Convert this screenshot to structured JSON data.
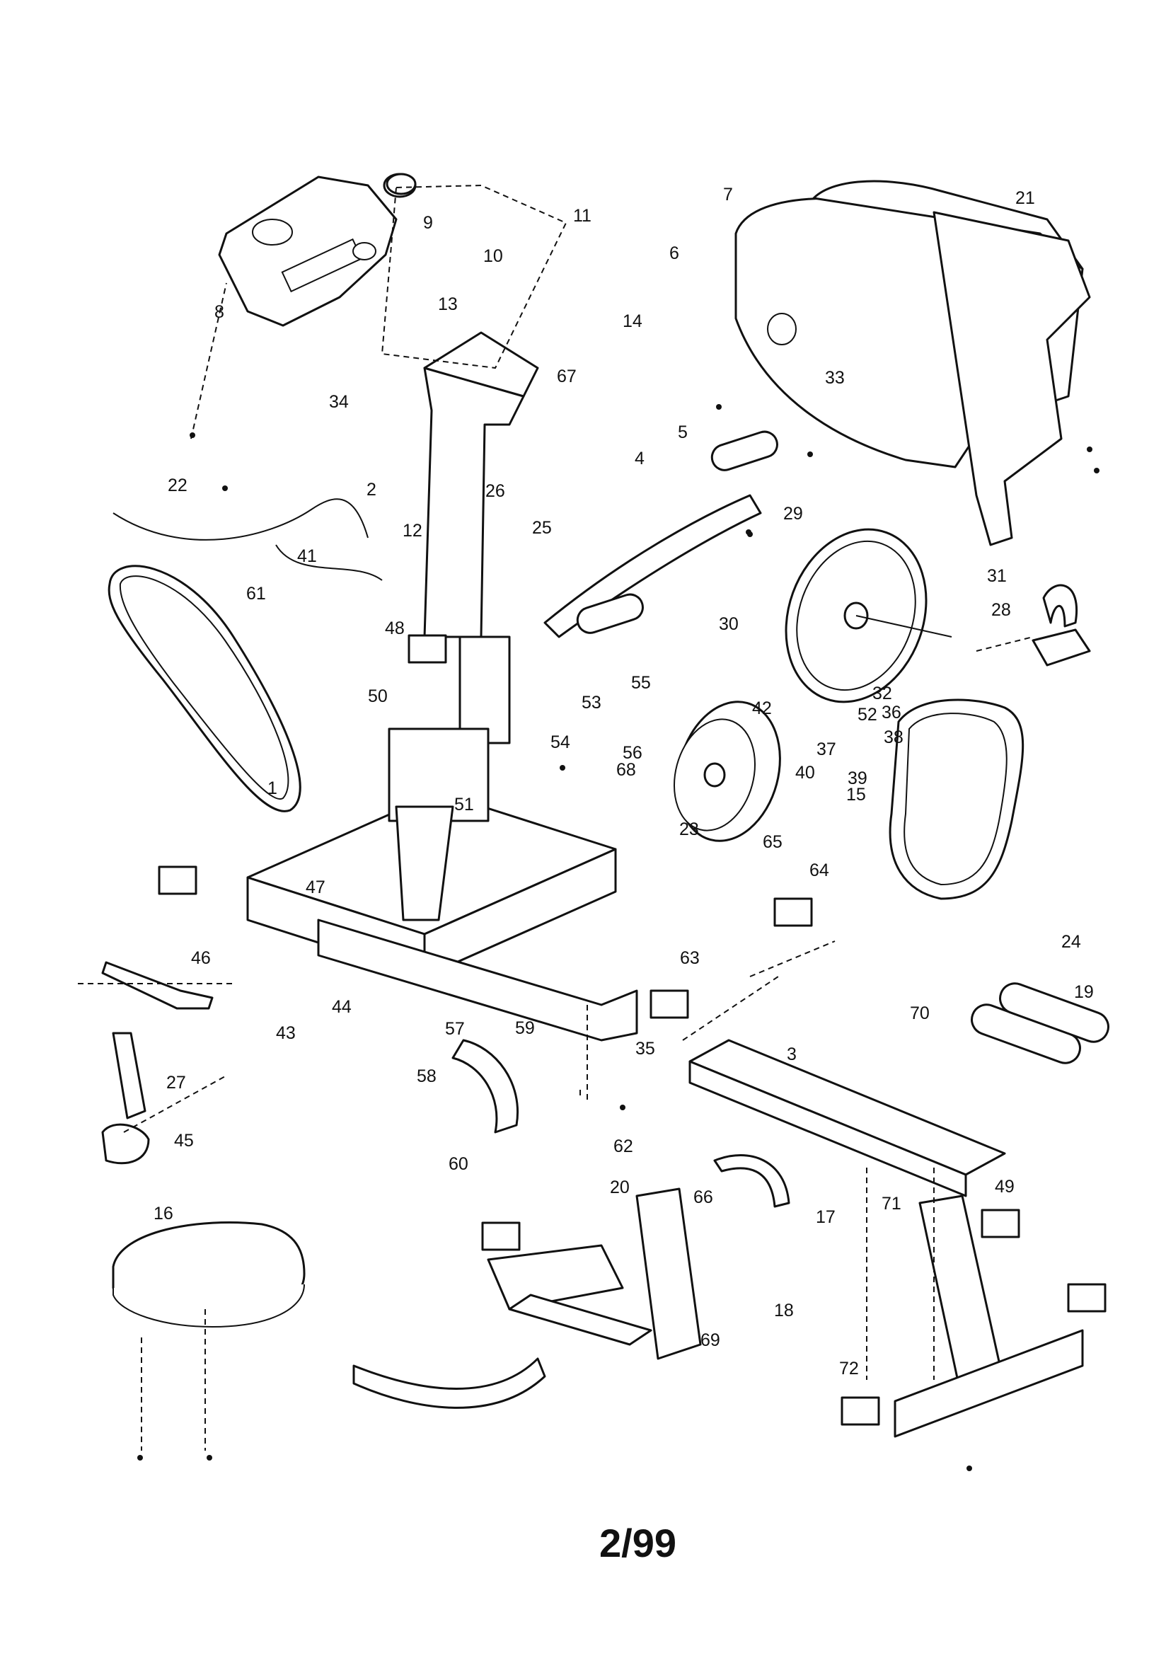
{
  "page_number": "2/99",
  "callouts": [
    "1",
    "2",
    "3",
    "4",
    "5",
    "6",
    "7",
    "8",
    "9",
    "10",
    "11",
    "12",
    "13",
    "14",
    "15",
    "16",
    "17",
    "18",
    "19",
    "20",
    "21",
    "22",
    "23",
    "24",
    "25",
    "26",
    "27",
    "28",
    "29",
    "30",
    "31",
    "32",
    "33",
    "34",
    "35",
    "36",
    "37",
    "38",
    "39",
    "40",
    "41",
    "42",
    "43",
    "44",
    "45",
    "46",
    "47",
    "48",
    "49",
    "50",
    "51",
    "52",
    "53",
    "54",
    "55",
    "56",
    "57",
    "58",
    "59",
    "60",
    "61",
    "62",
    "63",
    "64",
    "65",
    "66",
    "67",
    "68",
    "69",
    "70",
    "71",
    "72"
  ]
}
